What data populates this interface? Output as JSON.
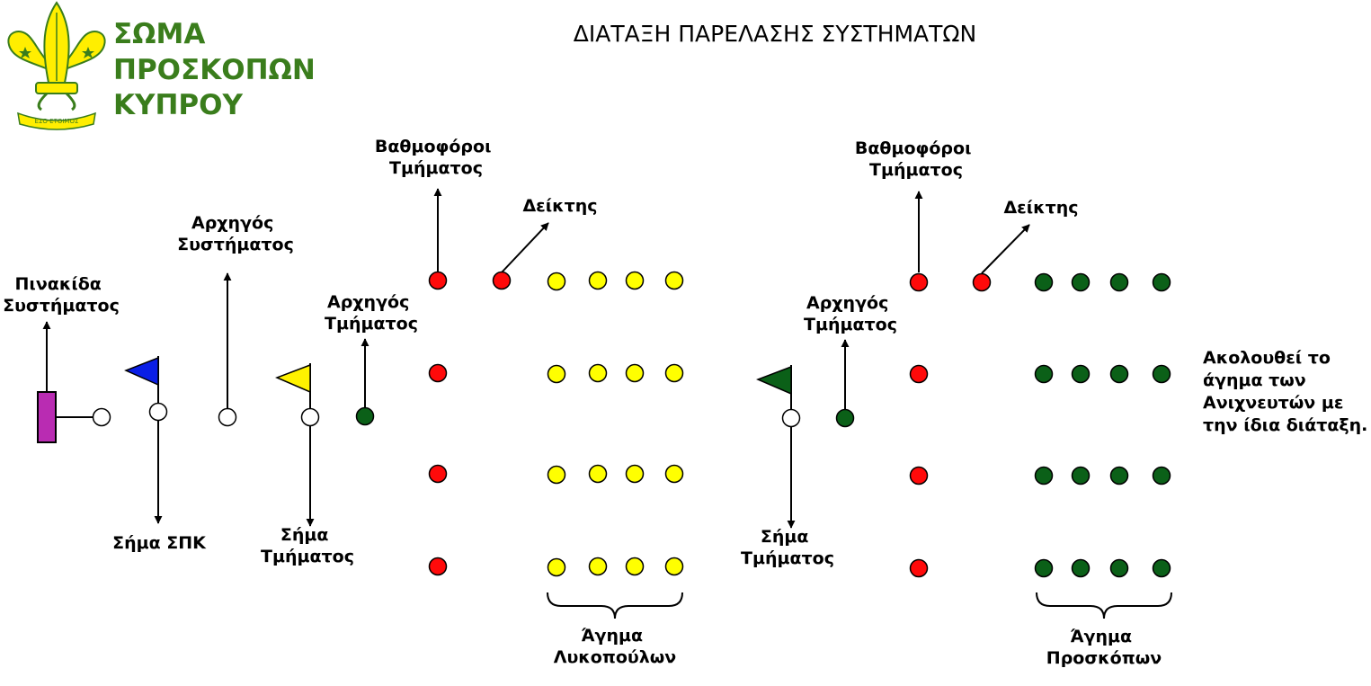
{
  "title": "ΔΙΑΤΑΞΗ ΠΑΡΕΛΑΣΗΣ ΣΥΣΤΗΜΑΤΩΝ",
  "organization": {
    "line1": "ΣΩΜΑ",
    "line2": "ΠΡΟΣΚΟΠΩΝ",
    "line3": "ΚΥΠΡΟΥ",
    "motto": "ΕΣΟ ΕΤΟΙΜΟΣ",
    "logo_icon": "fleur-de-lis-icon"
  },
  "colors": {
    "brand_green": "#3a7d1c",
    "logo_yellow": "#ffee00",
    "group_sign": "#b92cb2",
    "spk_flag": "#0a1ee6",
    "cub_flag": "#fff200",
    "scout_flag": "#0b6018",
    "red_dot": "#ff0a0a",
    "yellow_dot": "#ffff00",
    "green_dot": "#0b6018",
    "white_dot": "#ffffff"
  },
  "labels": {
    "group_sign": [
      "Πινακίδα",
      "Συστήματος"
    ],
    "spk_sign": [
      "Σήμα ΣΠΚ"
    ],
    "group_leader": [
      "Αρχηγός",
      "Συστήματος"
    ],
    "cub_section_sign": [
      "Σήμα",
      "Τμήματος"
    ],
    "cub_section_leader": [
      "Αρχηγός",
      "Τμήματος"
    ],
    "cub_rank_holders": [
      "Βαθμοφόροι",
      "Τμήματος"
    ],
    "cub_pointer": [
      "Δείκτης"
    ],
    "cub_unit": [
      "Άγημα",
      "Λυκοπούλων"
    ],
    "scout_section_sign": [
      "Σήμα",
      "Τμήματος"
    ],
    "scout_section_leader": [
      "Αρχηγός",
      "Τμήματος"
    ],
    "scout_rank_holders": [
      "Βαθμοφόροι",
      "Τμήματος"
    ],
    "scout_pointer": [
      "Δείκτης"
    ],
    "scout_unit": [
      "Άγημα",
      "Προσκόπων"
    ],
    "follow_note": [
      "Ακολουθεί το",
      "άγημα των",
      "Ανιχνευτών με",
      "την ίδια διάταξη."
    ]
  },
  "formation": {
    "rows": 4,
    "ranks_per_row": 4,
    "rank_holders_per_column": 4
  }
}
